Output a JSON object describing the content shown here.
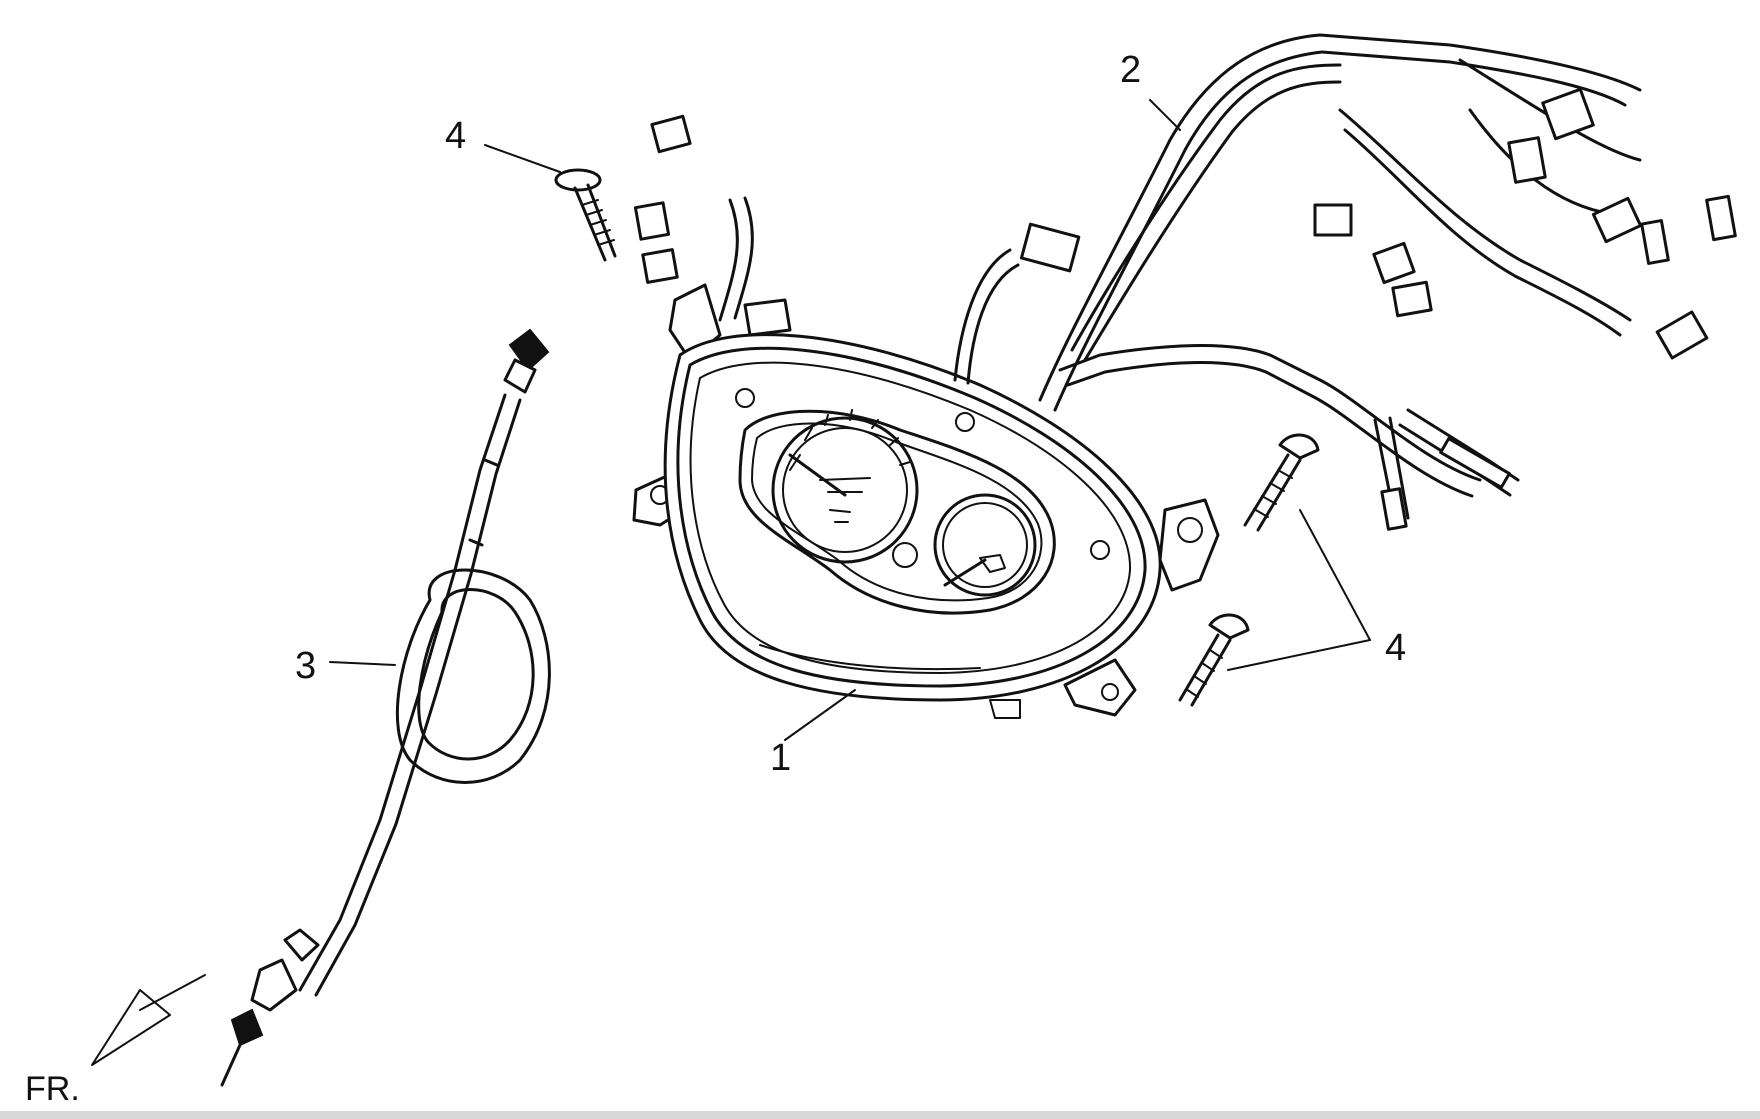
{
  "callouts": [
    {
      "id": "instrument-cluster",
      "label": "1"
    },
    {
      "id": "wiring-harness",
      "label": "2"
    },
    {
      "id": "speedometer-cable",
      "label": "3"
    },
    {
      "id": "screw-top",
      "label": "4"
    },
    {
      "id": "screw-right",
      "label": "4"
    }
  ],
  "direction_marker": {
    "label": "FR."
  }
}
